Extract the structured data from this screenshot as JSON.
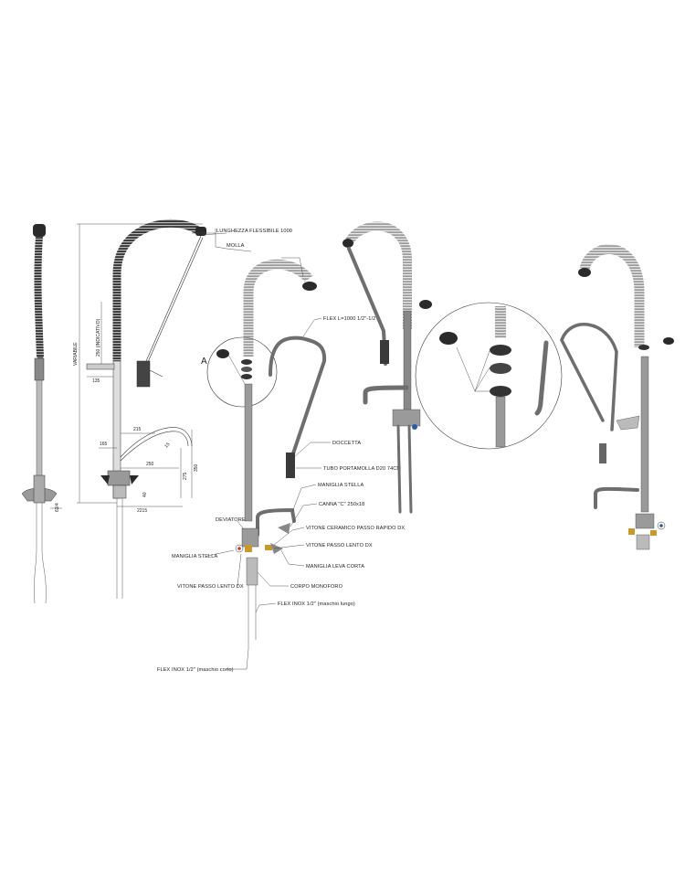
{
  "annotations": {
    "lunghezza_flessibile": "LUNGHEZZA FLESSIBILE 1000",
    "molla": "MOLLA",
    "flex": "FLEX L=1000 1/2\"-1/2\"",
    "doccetta": "DOCCETTA",
    "tubo_portamolla": "TUBO PORTAMOLLA D20 74CM",
    "maniglia_stella_right": "MANIGLIA STELLA",
    "canna": "CANNA \"C\" 250x18",
    "deviatore": "DEVIATORE",
    "vitone_ceramico": "VITONE CERAMICO PASSO RAPIDO DX",
    "vitone_lento_dx_right": "VITONE PASSO LENTO DX",
    "maniglia_stella_left": "MANIGLIA STELLA",
    "maniglia_leva": "MANIGLIA LEVA CORTA",
    "vitone_lento_dx_left": "VITONE PASSO LENTO DX",
    "corpo_monoforo": "CORPO MONOFORO",
    "flex_inox_lunghi": "FLEX INOX 1/2\" (maschio lungo)",
    "flex_inox_corti": "FLEX INOX 1/2\" (maschio corto)",
    "detail_letter": "A"
  },
  "dimensions": {
    "d250": "250 (INDICATIVO)",
    "variabile": "VARIABILE",
    "d135": "135",
    "d215": "215",
    "d165": "165",
    "d250b": "250",
    "d275": "275",
    "d350": "350",
    "d40": "40",
    "d2215": "2215",
    "d634": "63/4",
    "r": "15"
  },
  "colors": {
    "line": "#333333",
    "pipe": "#6e6e6e",
    "chrome_light": "#d4d4d4",
    "knob": "#2a2a2a",
    "brass": "#c89a2e",
    "red_dot": "#c0392b",
    "blue_dot": "#2c5aa0"
  }
}
